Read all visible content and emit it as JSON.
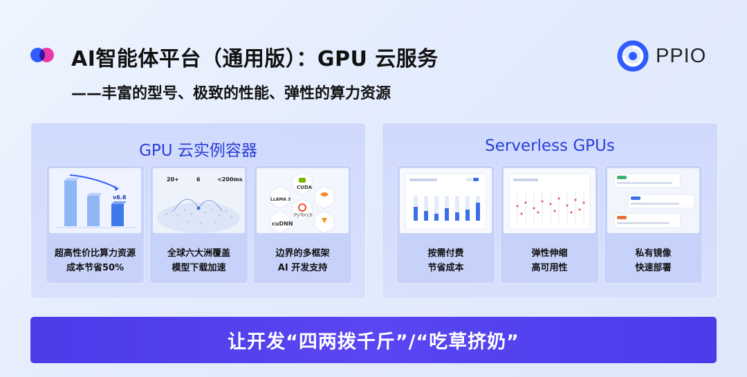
{
  "header": {
    "title": "AI智能体平台（通用版）：GPU 云服务",
    "subtitle": "——丰富的型号、极致的性能、弹性的算力资源",
    "logo_text": "PPIO"
  },
  "panels": [
    {
      "title": "GPU 云实例容器",
      "cards": [
        {
          "line1": "超高性价比算力资源",
          "line2": "成本节省50%",
          "thumb_label": "v6.8"
        },
        {
          "line1": "全球六大洲覆盖",
          "line2": "模型下载加速",
          "stats": [
            "20+",
            "6",
            "<200ms"
          ]
        },
        {
          "line1": "边界的多框架",
          "line2": "AI 开发支持",
          "frameworks": [
            "CUDA",
            "LLAMA 3",
            "PyTorch",
            "cuDNN"
          ]
        }
      ]
    },
    {
      "title": "Serverless GPUs",
      "cards": [
        {
          "line1": "按需付费",
          "line2": "节省成本"
        },
        {
          "line1": "弹性伸缩",
          "line2": "高可用性"
        },
        {
          "line1": "私有镜像",
          "line2": "快速部署"
        }
      ]
    }
  ],
  "banner": {
    "text": "让开发“四两拨千斤”/“吃草挤奶”"
  },
  "colors": {
    "accent": "#2a3fd6",
    "banner": "#4b3be8",
    "dot_blue": "#2f5bff",
    "dot_pink": "#ff3aa8"
  }
}
